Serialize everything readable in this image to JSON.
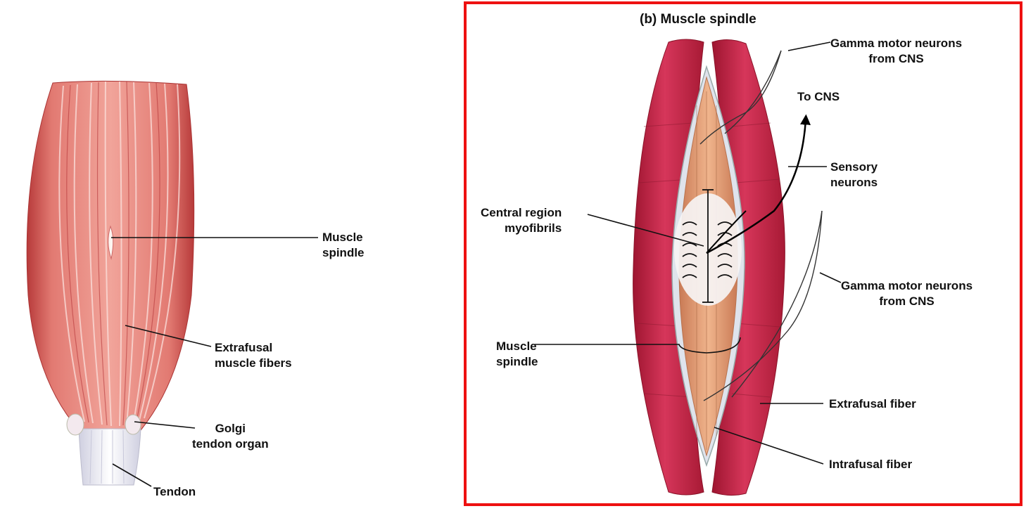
{
  "left_panel": {
    "labels": {
      "muscle_spindle": [
        "Muscle",
        "spindle"
      ],
      "extrafusal_muscle_fibers": [
        "Extrafusal",
        "muscle fibers"
      ],
      "golgi_tendon_organ": [
        "Golgi",
        "tendon organ"
      ],
      "tendon": "Tendon"
    }
  },
  "right_panel": {
    "title": "(b) Muscle spindle",
    "labels": {
      "gamma_top": [
        "Gamma motor neurons",
        "from CNS"
      ],
      "to_cns": "To CNS",
      "sensory_neurons": [
        "Sensory",
        "neurons"
      ],
      "central_region": [
        "Central region",
        "myofibrils"
      ],
      "gamma_bottom": [
        "Gamma motor neurons",
        "from CNS"
      ],
      "muscle_spindle": [
        "Muscle",
        "spindle"
      ],
      "extrafusal_fiber": "Extrafusal fiber",
      "intrafusal_fiber": "Intrafusal fiber"
    },
    "highlight_color": "#ee1111"
  },
  "colors": {
    "muscle": "#e8837a",
    "muscle_dark": "#c9433f",
    "extrafusal_red": "#cc2a45",
    "intrafusal_orange": "#e7a27a",
    "tendon": "#eeeef4"
  }
}
